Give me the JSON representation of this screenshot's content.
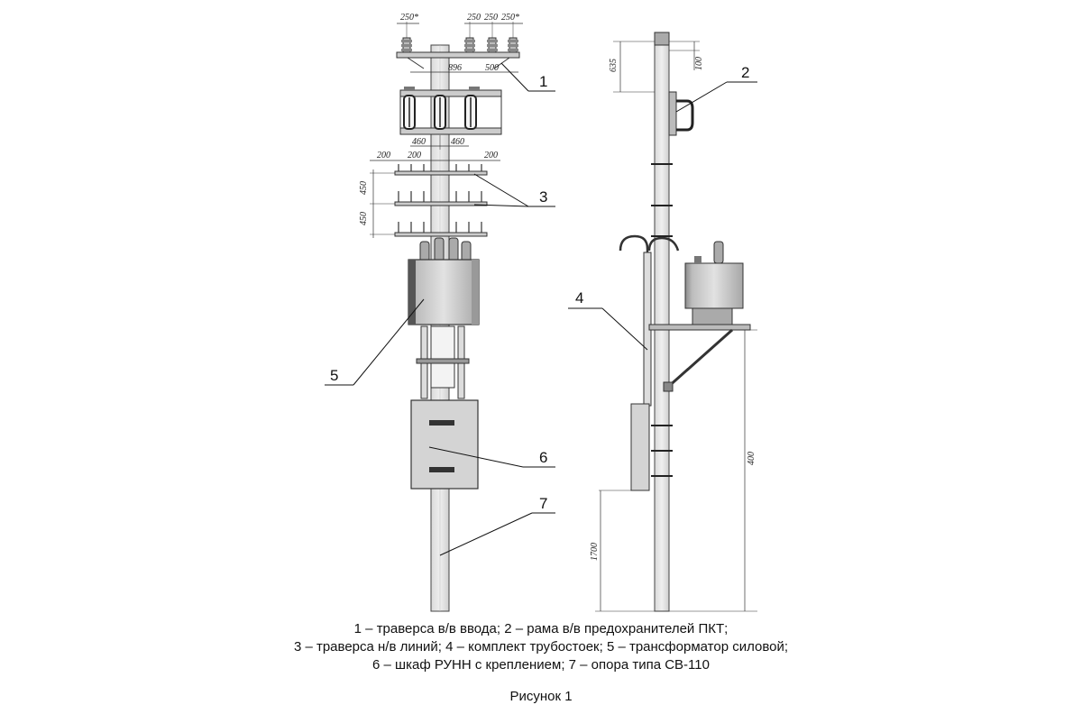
{
  "dimensions": {
    "top_250_left": "250*",
    "top_250_a": "250",
    "top_250_b": "250",
    "top_250_c": "250*",
    "d_896": "896",
    "d_500": "500",
    "d_460_left": "460",
    "d_460_right": "460",
    "d_200_a": "200",
    "d_200_b": "200",
    "d_200_c": "200",
    "d_450_top": "450",
    "d_450_bottom": "450",
    "d_635": "635",
    "d_100": "100",
    "d_400": "400",
    "d_1700": "1700"
  },
  "callouts": {
    "c1": "1",
    "c2": "2",
    "c3": "3",
    "c4": "4",
    "c5": "5",
    "c6": "6",
    "c7": "7"
  },
  "legend": {
    "line1": "1 – траверса в/в ввода; 2 – рама в/в предохранителей ПКТ;",
    "line2": "3 – траверса н/в линий; 4 – комплект трубостоек; 5 – трансформатор силовой;",
    "line3": "6 – шкаф РУНН с креплением; 7 – опора типа СВ-110"
  },
  "figure_title": "Рисунок 1"
}
